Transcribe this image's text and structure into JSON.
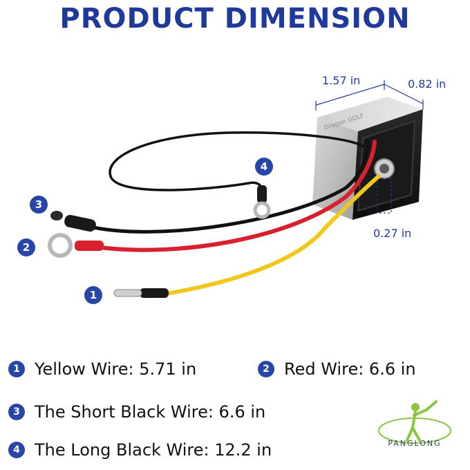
{
  "title": "PRODUCT DIMENSION",
  "dimensions": {
    "width": "1.57 in",
    "depth": "0.82 in",
    "terminal": "0.27 in"
  },
  "markers": [
    "1",
    "2",
    "3",
    "4"
  ],
  "legend": [
    {
      "num": "1",
      "text": "Yellow Wire: 5.71 in"
    },
    {
      "num": "2",
      "text": "Red Wire: 6.6 in"
    },
    {
      "num": "3",
      "text": "The Short Black Wire: 6.6 in"
    },
    {
      "num": "4",
      "text": "The Long Black Wire: 12.2 in"
    }
  ],
  "logo": {
    "text": "PANGLONG"
  },
  "colors": {
    "accent": "#1f3a9a",
    "badge": "#2746a8",
    "yellow_wire": "#f2c71d",
    "red_wire": "#d8202e",
    "black_wire": "#111111",
    "logo_green": "#8cc63f"
  }
}
